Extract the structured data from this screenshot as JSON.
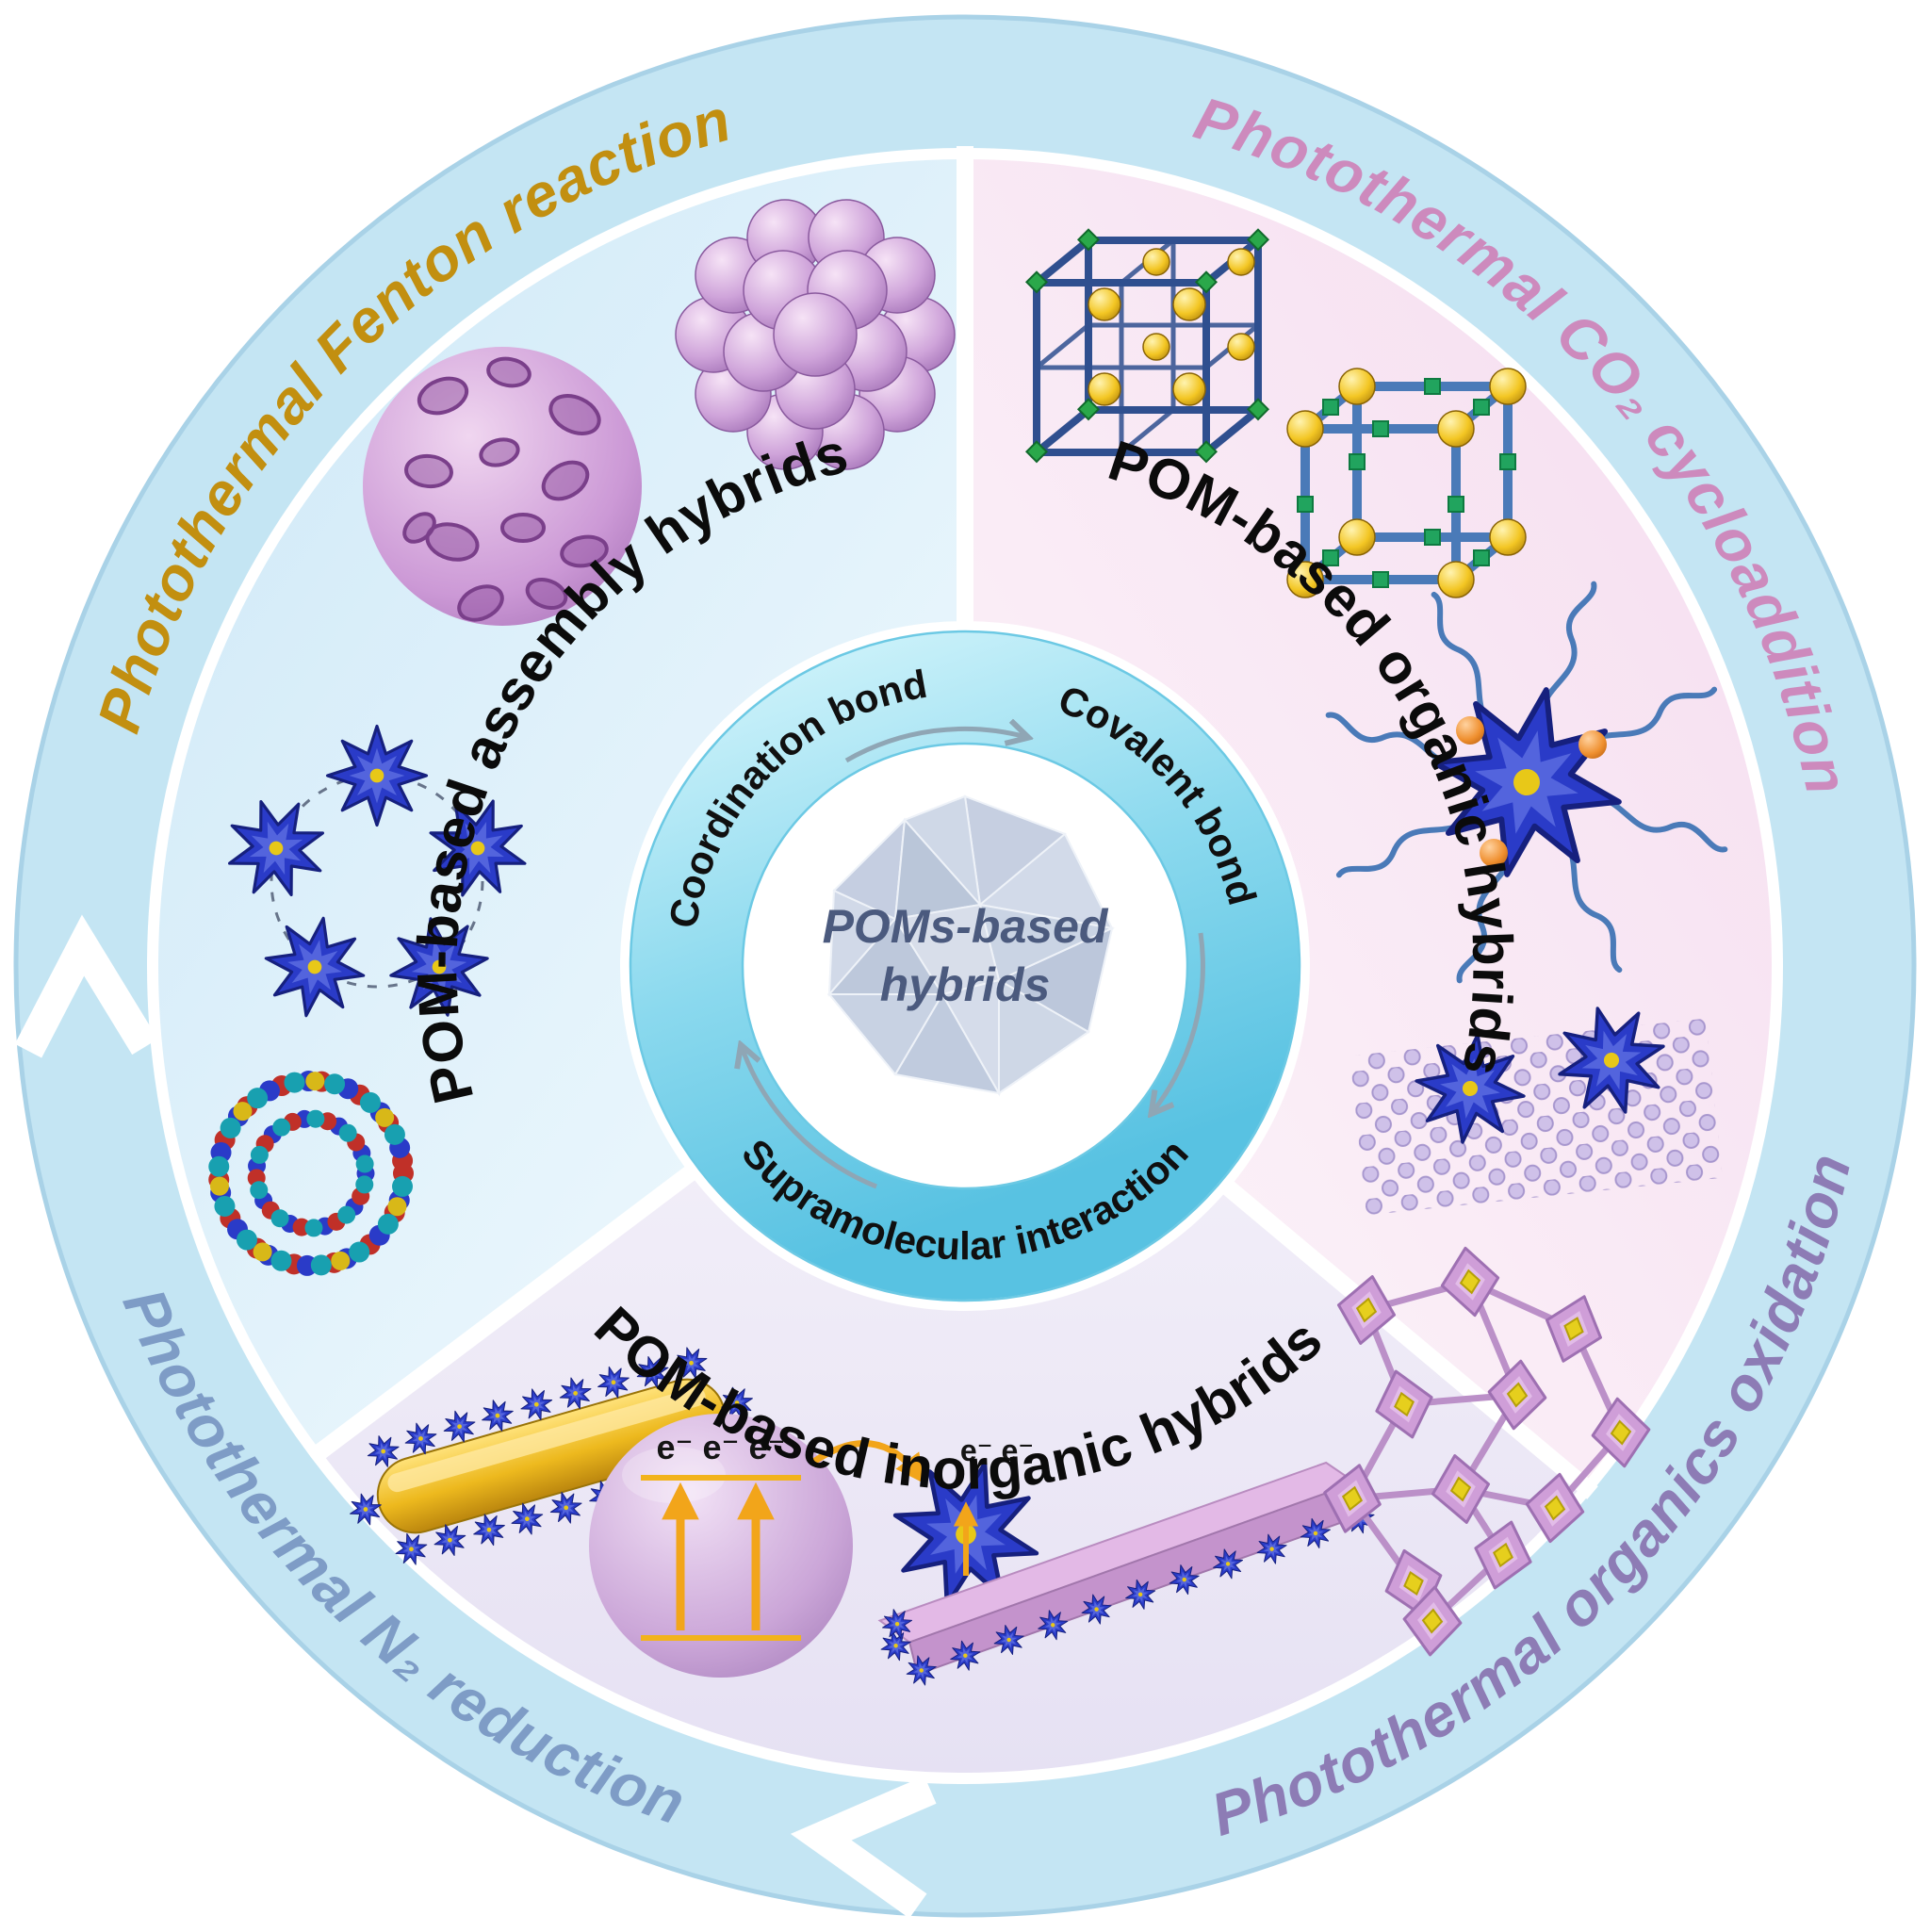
{
  "title": "POMs-based hybrids photothermal catalysis wheel diagram",
  "center": {
    "title_line1": "POMs-based",
    "title_line2": "hybrids"
  },
  "inner_ring": {
    "items": [
      {
        "label": "Coordination bond"
      },
      {
        "label": "Covalent bond"
      },
      {
        "label": "Supramolecular interaction"
      }
    ]
  },
  "sectors": [
    {
      "id": "assembly",
      "label": "POM-based assembly hybrids"
    },
    {
      "id": "organic",
      "label": "POM-based organic hybrids"
    },
    {
      "id": "inorganic",
      "label": "POM-based inorganic hybrids"
    }
  ],
  "outer_ring": [
    {
      "id": "fenton",
      "label": "Photothermal Fenton reaction",
      "color": "#c28f10"
    },
    {
      "id": "co2-cycloaddition",
      "label": "Photothermal CO₂ cycloaddition",
      "color": "#cd8abd"
    },
    {
      "id": "organics-oxidation",
      "label": "Photothermal organics oxidation",
      "color": "#8d7cb5"
    },
    {
      "id": "n2-reduction",
      "label": "Photothermal N₂ reduction",
      "color": "#7e9cc6"
    }
  ],
  "annotations": {
    "electron_donor": "e⁻ e⁻ e⁻",
    "electron_acceptor": "e⁻ e⁻"
  },
  "palette": {
    "outer_ring_fill": "#c4e5f3",
    "inner_ring_cyan": "#7ed3ea",
    "sector_blue": "#d3eaf8",
    "sector_pink": "#f6ddf0",
    "sector_lavender": "#e7e2f4"
  }
}
